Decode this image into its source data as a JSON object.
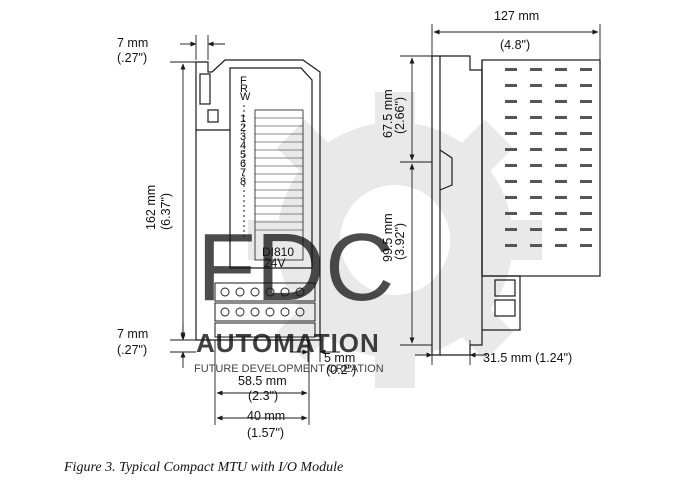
{
  "front_view": {
    "top_left_dim": {
      "mm": "7 mm",
      "inch": "(.27\")"
    },
    "height_dim": {
      "mm": "162 mm",
      "inch": "(6.37\")"
    },
    "bottom_left_dim": {
      "mm": "7 mm",
      "inch": "(.27\")"
    },
    "small_right_dim": {
      "mm": "5 mm",
      "inch": "(0.2\")"
    },
    "width_outer_dim": {
      "mm": "58.5 mm",
      "inch": "(2.3\")"
    },
    "width_inner_dim": {
      "mm": "40 mm",
      "inch": "(1.57\")"
    },
    "leds": [
      "F",
      "R",
      "W",
      "1",
      "2",
      "3",
      "4",
      "5",
      "6",
      "7",
      "8"
    ],
    "module_name": "DI810",
    "module_voltage": "24V"
  },
  "side_view": {
    "depth_dim": {
      "mm": "127 mm",
      "inch": "(4.8\")"
    },
    "upper_dim": {
      "mm": "67.5 mm",
      "inch": "(2.66\")"
    },
    "lower_dim": {
      "mm": "99.5 mm",
      "inch": "(3.92\")"
    },
    "rail_dim": "31.5 mm (1.24\")"
  },
  "watermark": {
    "brand": "FDC",
    "word": "AUTOMATION",
    "tagline": "FUTURE DEVELOPMENT CREATION"
  },
  "colors": {
    "line": "#1a1a1a",
    "watermark_gold": "#e9c237",
    "watermark_gray": "#9a9a9a",
    "gear": "#e6e6e6"
  },
  "caption": "Figure 3. Typical Compact MTU with I/O Module"
}
